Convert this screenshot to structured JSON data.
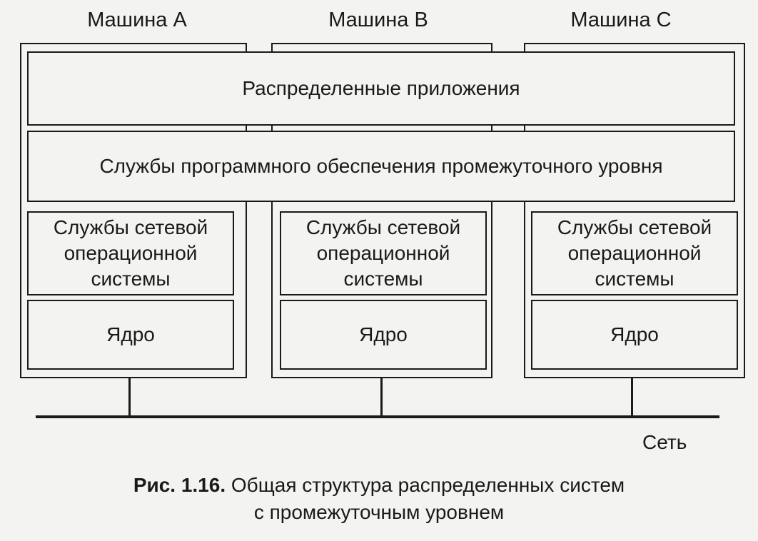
{
  "machines": {
    "a": "Машина  А",
    "b": "Машина В",
    "c": "Машина С"
  },
  "layers": {
    "distributed_apps": "Распределенные приложения",
    "middleware": "Службы программного обеспечения промежуточного уровня",
    "network_os": [
      "Службы сетевой",
      "операционной",
      "системы"
    ],
    "kernel": "Ядро"
  },
  "network_label": "Сеть",
  "caption": {
    "figure_number": "Рис. 1.16.",
    "line1": "Общая структура распределенных систем",
    "line2": "с промежуточным уровнем"
  }
}
